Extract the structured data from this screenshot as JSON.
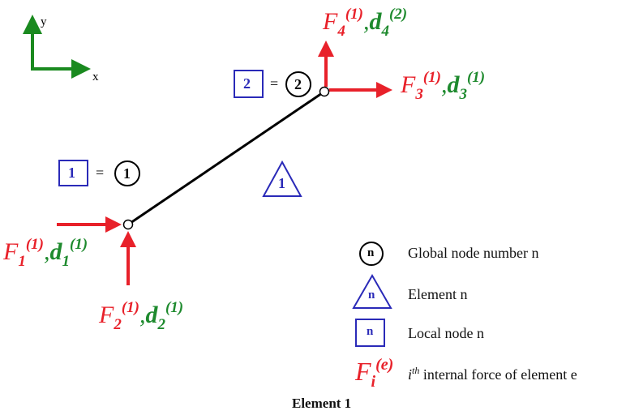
{
  "axes": {
    "x_label": "x",
    "y_label": "y"
  },
  "element": {
    "number": "1"
  },
  "nodes": [
    {
      "local": "1",
      "global": "1",
      "equals": "="
    },
    {
      "local": "2",
      "global": "2",
      "equals": "="
    }
  ],
  "forces": [
    {
      "F": "F",
      "F_sub": "1",
      "F_sup": "(1)",
      "sep": ",",
      "d": "d",
      "d_sub": "1",
      "d_sup": "(1)"
    },
    {
      "F": "F",
      "F_sub": "2",
      "F_sup": "(1)",
      "sep": ",",
      "d": "d",
      "d_sub": "2",
      "d_sup": "(1)"
    },
    {
      "F": "F",
      "F_sub": "3",
      "F_sup": "(1)",
      "sep": ",",
      "d": "d",
      "d_sub": "3",
      "d_sup": "(1)"
    },
    {
      "F": "F",
      "F_sub": "4",
      "F_sup": "(1)",
      "sep": ",",
      "d": "d",
      "d_sub": "4",
      "d_sup": "(2)"
    }
  ],
  "legend": {
    "items": [
      {
        "symbol": "n",
        "text": "Global node number n"
      },
      {
        "symbol": "n",
        "text": "Element n"
      },
      {
        "symbol": "n",
        "text": "Local node n"
      },
      {
        "symbol_F": "F",
        "symbol_sub": "i",
        "symbol_sup": "(e)",
        "text_sup": "i",
        "text_sup2": "th",
        "text": "internal force of element e"
      }
    ]
  },
  "caption": "Element 1",
  "colors": {
    "force": "#e8212a",
    "displacement": "#1e8a2e",
    "axis": "#1a8a1f",
    "local_node": "#2a2ab8",
    "element": "#2a2ab8",
    "global_node": "#000000"
  }
}
